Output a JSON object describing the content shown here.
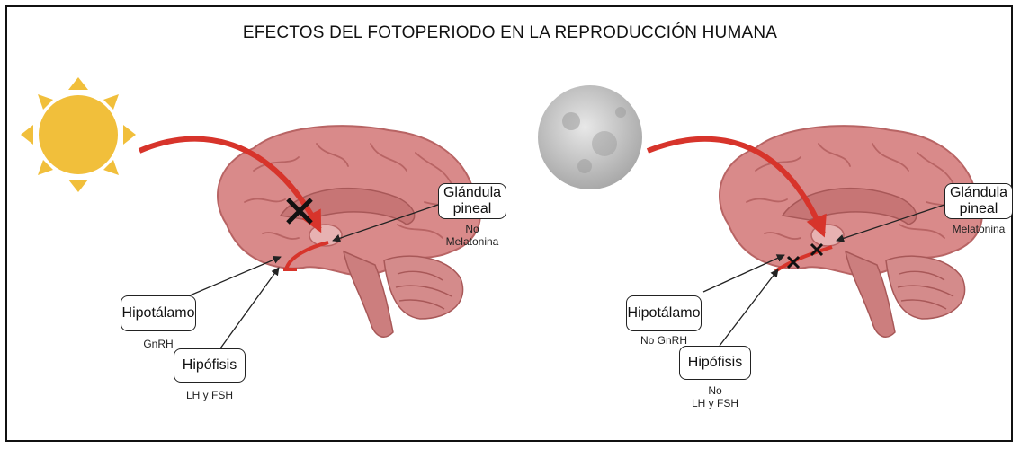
{
  "title": "EFECTOS DEL FOTOPERIODO EN LA REPRODUCCIÓN HUMANA",
  "left_panel": {
    "pineal_label_line1": "Glándula",
    "pineal_label_line2": "pineal",
    "pineal_sub_line1": "No",
    "pineal_sub_line2": "Melatonina",
    "hypothalamus_label": "Hipotálamo",
    "hypothalamus_sub": "GnRH",
    "pituitary_label": "Hipófisis",
    "pituitary_sub": "LH y FSH"
  },
  "right_panel": {
    "pineal_label_line1": "Glándula",
    "pineal_label_line2": "pineal",
    "pineal_sub": "Melatonina",
    "hypothalamus_label": "Hipotálamo",
    "hypothalamus_sub": "No GnRH",
    "pituitary_label": "Hipófisis",
    "pituitary_sub_line1": "No",
    "pituitary_sub_line2": "LH y FSH"
  },
  "icons": {
    "sun": "sun-icon",
    "moon": "moon-icon",
    "brain": "brain-illustration",
    "block": "x-mark-icon"
  },
  "colors": {
    "brain_fill": "#d98a8a",
    "brain_dark": "#b86464",
    "arrow_red": "#d7342b",
    "sun_fill": "#f1bf3b",
    "moon_fill": "#c9c9c9"
  }
}
